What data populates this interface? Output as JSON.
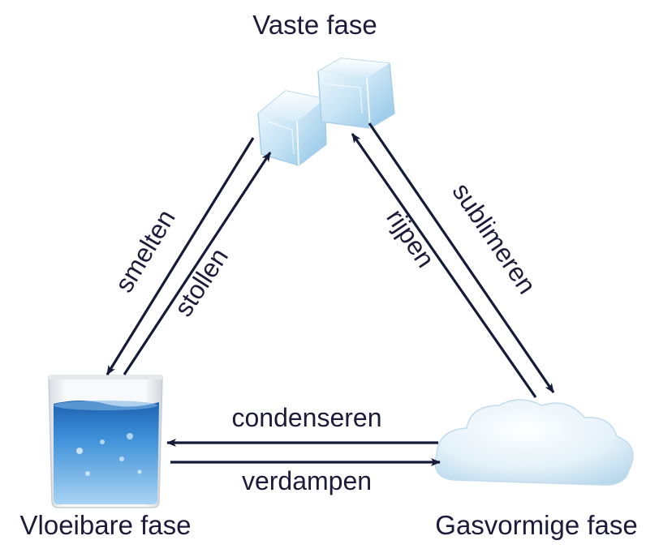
{
  "phases": {
    "solid": "Vaste fase",
    "liquid": "Vloeibare fase",
    "gas": "Gasvormige fase"
  },
  "processes": {
    "melting": "smelten",
    "freezing": "stollen",
    "deposition": "rijpen",
    "sublimation": "sublimeren",
    "condensation": "condenseren",
    "evaporation": "verdampen"
  },
  "icons": {
    "solid": "ice-cubes-icon",
    "liquid": "beaker-water-icon",
    "gas": "cloud-icon"
  },
  "colors": {
    "arrow": "#141a38",
    "text": "#1c1c3a",
    "ice": "#cfe8f6",
    "water": "#1a6fc4",
    "cloud": "#dcedf7"
  }
}
